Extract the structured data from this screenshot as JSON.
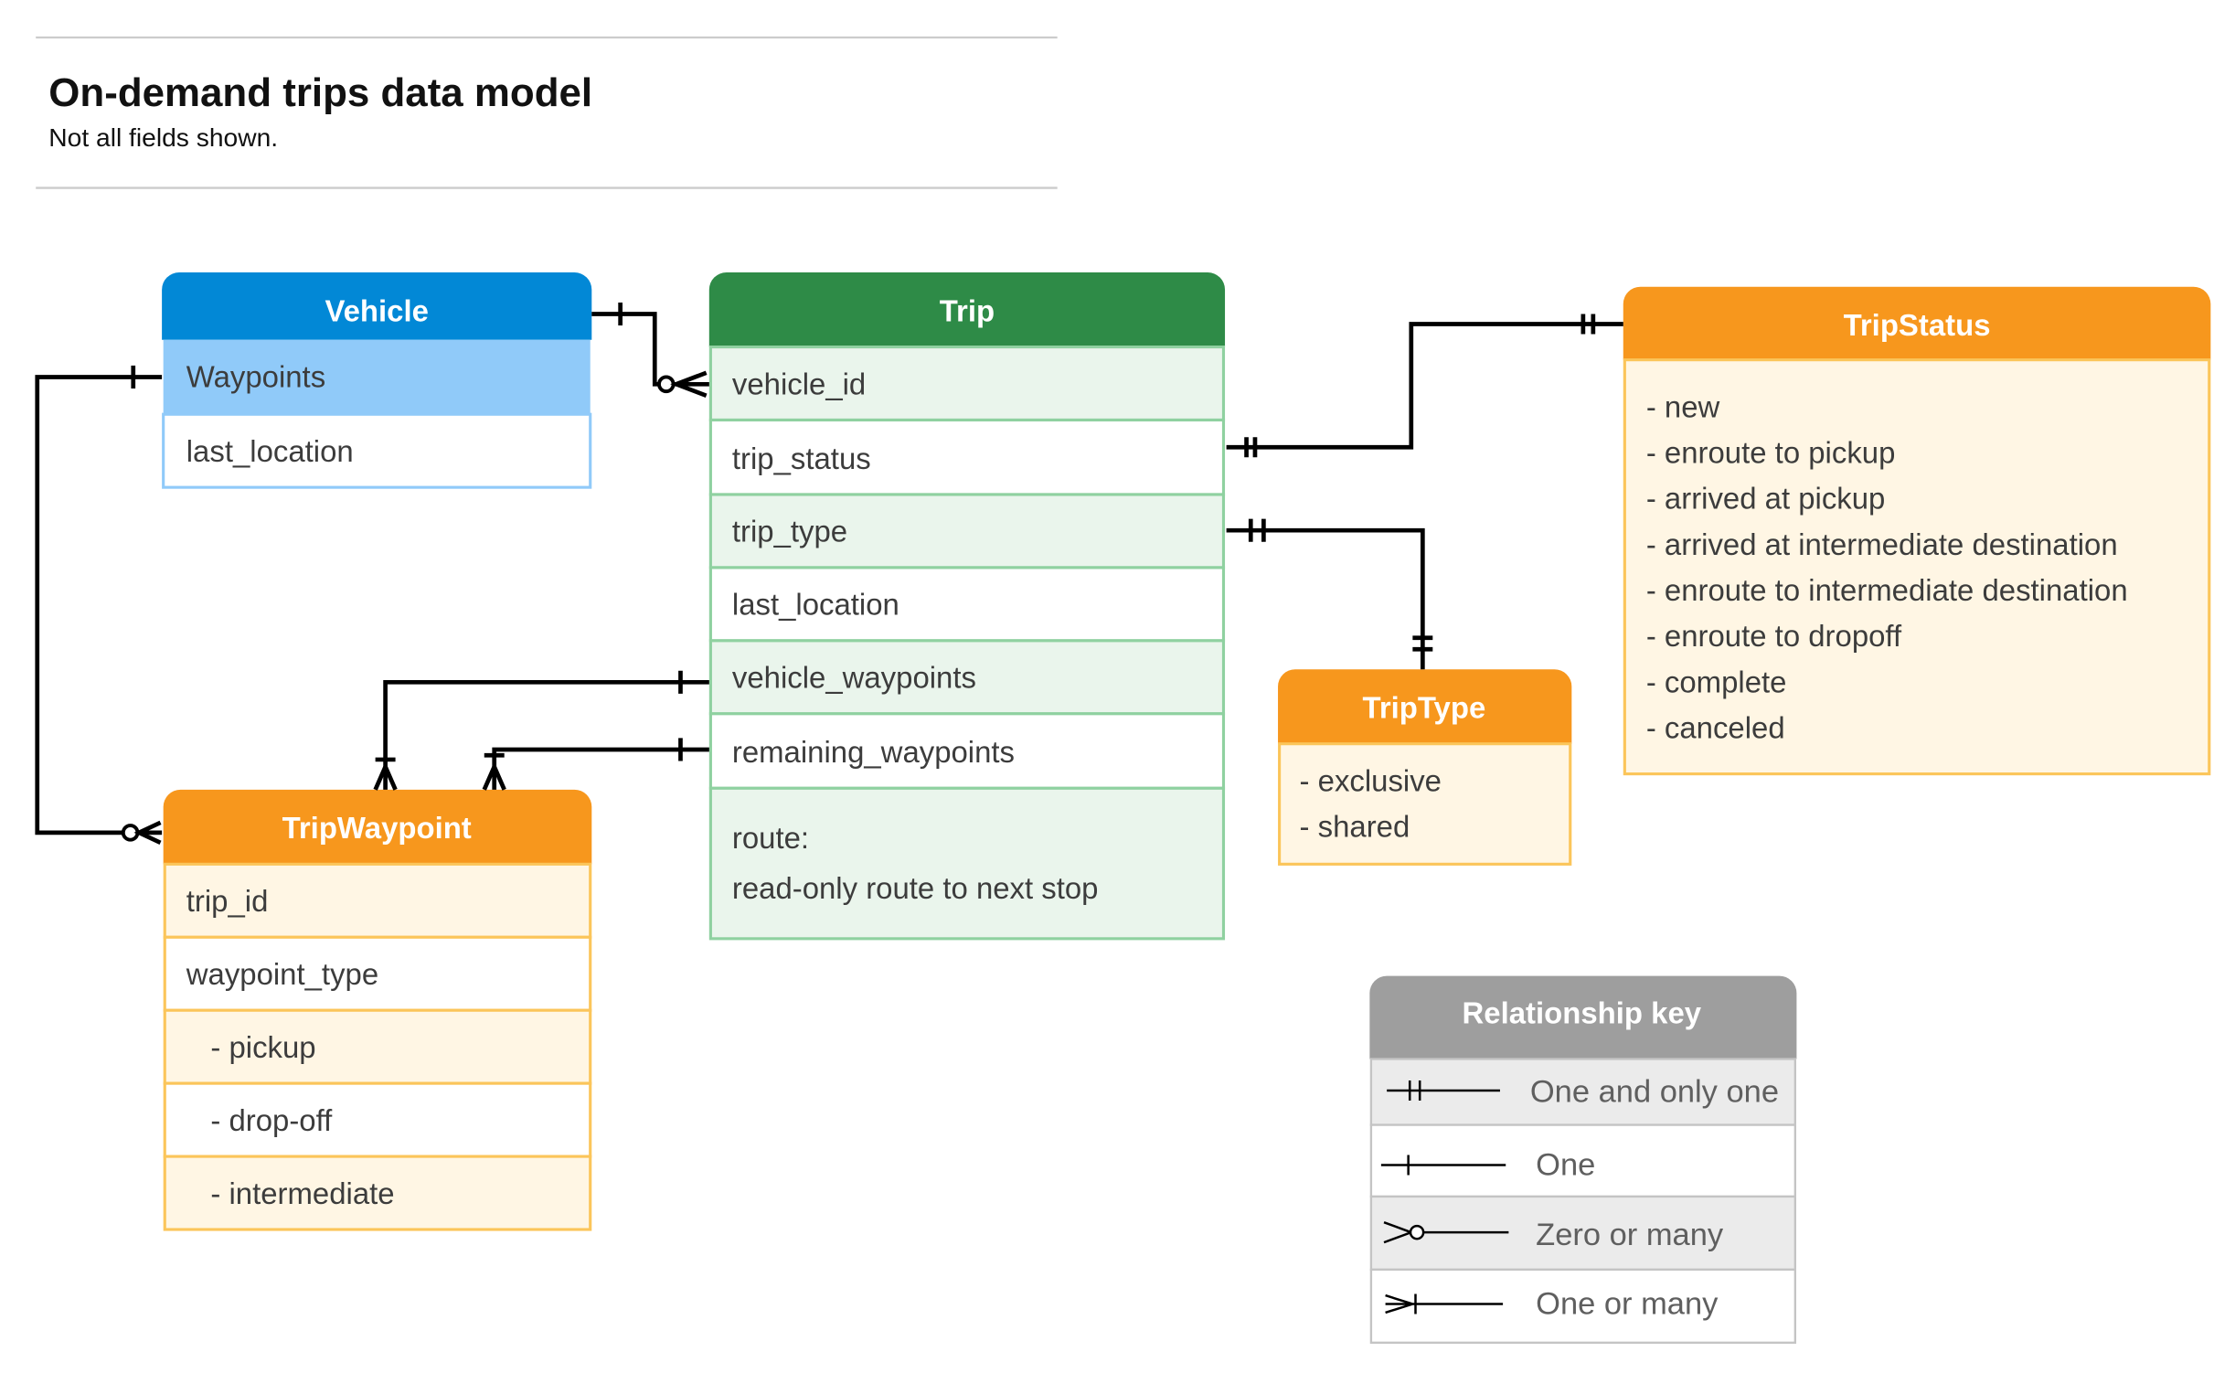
{
  "header": {
    "title": "On-demand trips data model",
    "subtitle": "Not all fields shown."
  },
  "colors": {
    "vehicle": "#0288D6",
    "trip": "#2E8B47",
    "orange": "#F7971D",
    "key": "#9E9E9E"
  },
  "vehicle": {
    "title": "Vehicle",
    "fields": [
      "Waypoints",
      "last_location"
    ]
  },
  "trip": {
    "title": "Trip",
    "fields": [
      "vehicle_id",
      "trip_status",
      "trip_type",
      "last_location",
      "vehicle_waypoints",
      "remaining_waypoints"
    ],
    "route_label": "route:",
    "route_desc": "read-only route to next stop"
  },
  "trip_status": {
    "title": "TripStatus",
    "values": [
      "- new",
      "- enroute to pickup",
      "- arrived at pickup",
      "- arrived at intermediate destination",
      "- enroute to intermediate destination",
      "- enroute to dropoff",
      "- complete",
      "- canceled"
    ]
  },
  "trip_type": {
    "title": "TripType",
    "values": [
      "- exclusive",
      "- shared"
    ]
  },
  "trip_waypoint": {
    "title": "TripWaypoint",
    "fields": [
      "trip_id",
      "waypoint_type",
      "-  pickup",
      "-  drop-off",
      "-  intermediate"
    ]
  },
  "key": {
    "title": "Relationship key",
    "items": [
      "One and only one",
      "One",
      "Zero or many",
      "One or many"
    ]
  }
}
